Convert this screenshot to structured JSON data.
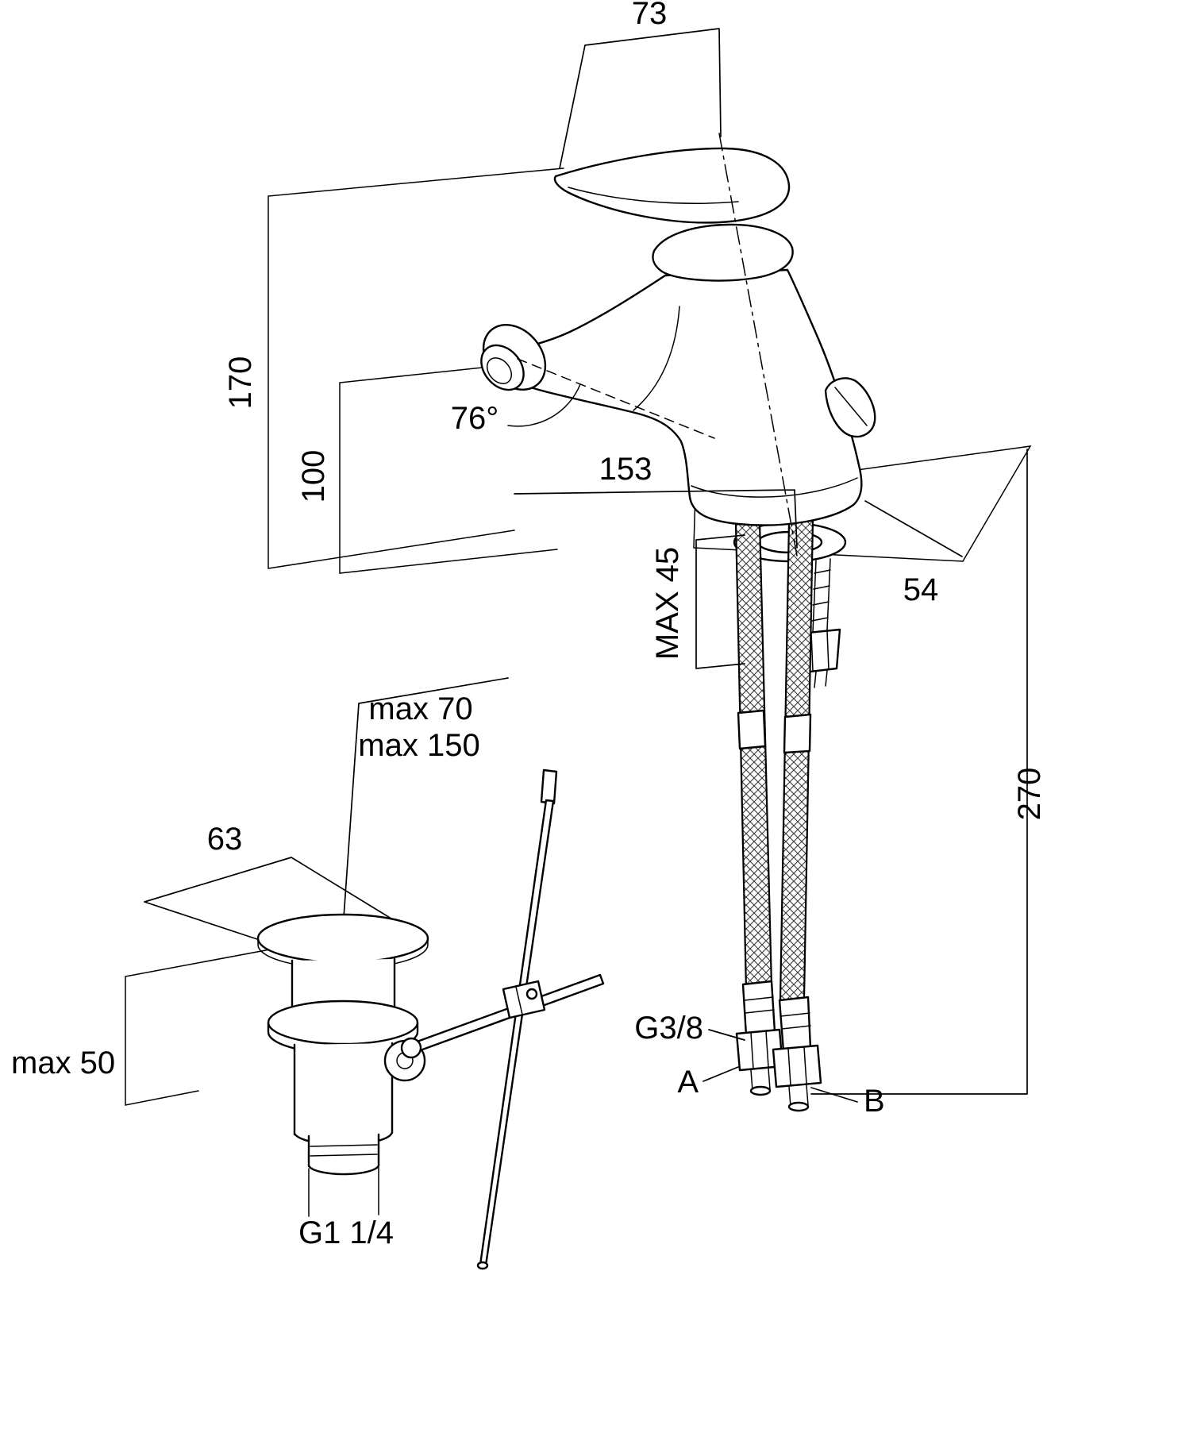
{
  "drawing": {
    "type": "technical-dimension-drawing",
    "subject": "single-lever bidet mixer with flexible supply hoses and pop-up waste",
    "colors": {
      "line": "#000000",
      "background": "#ffffff"
    },
    "labels": {
      "dim_73": "73",
      "dim_170": "170",
      "dim_100": "100",
      "angle_76": "76°",
      "dim_153": "153",
      "max_45": "MAX 45",
      "dim_54": "54",
      "dim_270": "270",
      "max_70": "max 70",
      "max_150": "max 150",
      "dim_63": "63",
      "max_50": "max 50",
      "thread_bottom": "G1 1/4",
      "thread_hose": "G3/8",
      "hose_a": "A",
      "hose_b": "B"
    }
  }
}
